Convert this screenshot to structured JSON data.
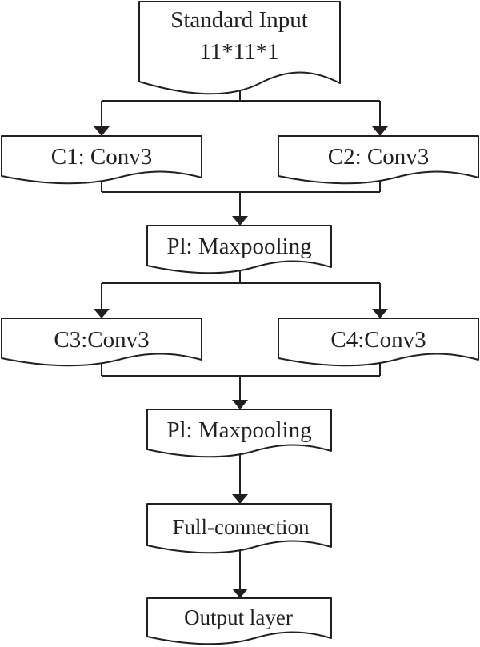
{
  "nodes": {
    "input": {
      "line1": "Standard Input",
      "line2": "11*11*1"
    },
    "c1": "C1: Conv3",
    "c2": "C2: Conv3",
    "pool1": "Pl: Maxpooling",
    "c3": "C3:Conv3",
    "c4": "C4:Conv3",
    "pool2": "Pl: Maxpooling",
    "fc": "Full-connection",
    "output": "Output layer"
  },
  "colors": {
    "stroke": "#231f20",
    "fill": "#ffffff"
  }
}
